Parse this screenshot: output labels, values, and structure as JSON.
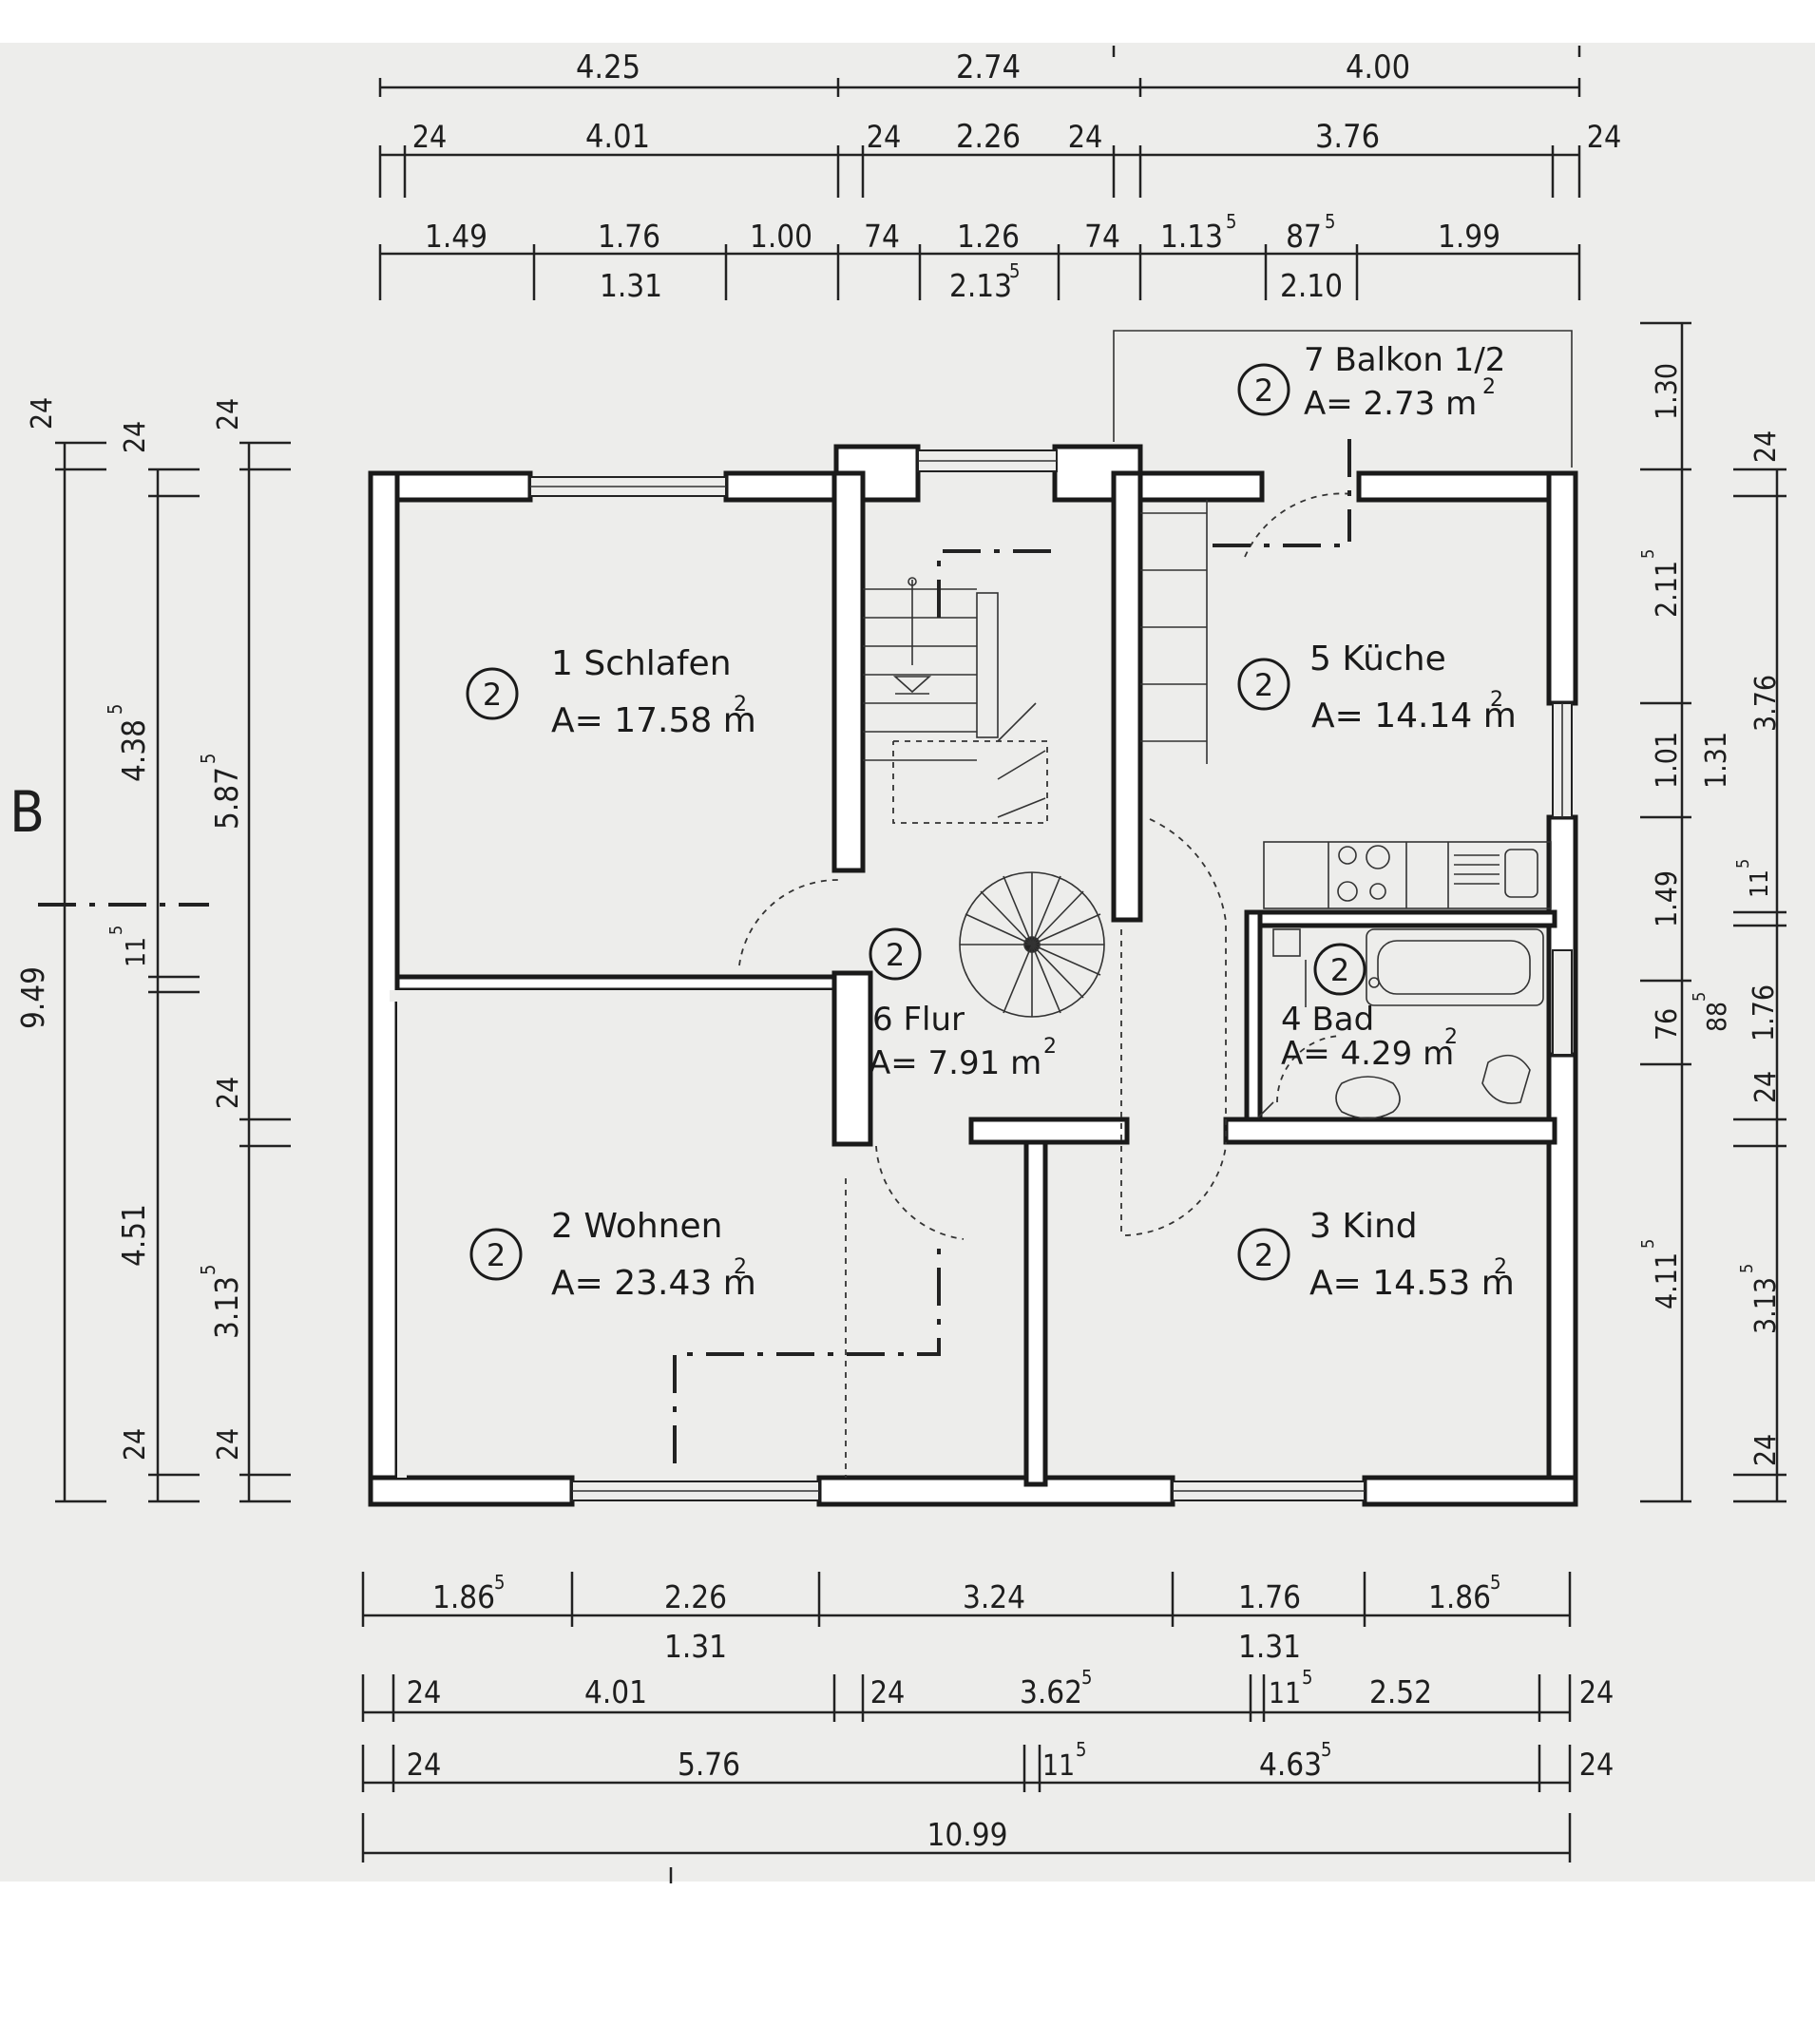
{
  "rooms": [
    {
      "id": "schlafen",
      "badge": "2",
      "name": "1 Schlafen",
      "area": "A= 17.58 m",
      "sup": "2"
    },
    {
      "id": "wohnen",
      "badge": "2",
      "name": "2 Wohnen",
      "area": "A= 23.43 m",
      "sup": "2"
    },
    {
      "id": "kind",
      "badge": "2",
      "name": "3 Kind",
      "area": "A= 14.53 m",
      "sup": "2"
    },
    {
      "id": "bad",
      "badge": "2",
      "name": "4 Bad",
      "area": "A= 4.29 m",
      "sup": "2"
    },
    {
      "id": "kueche",
      "badge": "2",
      "name": "5 Küche",
      "area": "A= 14.14 m",
      "sup": "2"
    },
    {
      "id": "flur",
      "badge": "2",
      "name": "6 Flur",
      "area": "A= 7.91 m",
      "sup": "2"
    },
    {
      "id": "balkon",
      "badge": "2",
      "name": "7 Balkon 1/2",
      "area": "A= 2.73 m",
      "sup": "2"
    }
  ],
  "dims": {
    "top": {
      "row1": [
        "4.25",
        "2.74",
        "4.00"
      ],
      "row2": [
        "24",
        "4.01",
        "24",
        "2.26",
        "24",
        "3.76",
        "24"
      ],
      "row3a": [
        "1.49",
        "1.76",
        "1.00",
        "74",
        "1.26",
        "74",
        "1.13",
        "87",
        "1.99"
      ],
      "row3a_sup": [
        "",
        "",
        "",
        "",
        "",
        "",
        "5",
        "5",
        ""
      ],
      "row3b": [
        "1.31",
        "2.13",
        "2.10"
      ],
      "row3b_sup": [
        "",
        "5",
        ""
      ]
    },
    "bottom": {
      "row1": [
        "1.86",
        "2.26",
        "3.24",
        "1.76",
        "1.86"
      ],
      "row1_sup": [
        "5",
        "",
        "",
        "",
        "5"
      ],
      "row1_sub": [
        "1.31",
        "1.31"
      ],
      "row2": [
        "24",
        "4.01",
        "24",
        "3.62",
        "11",
        "2.52",
        "24"
      ],
      "row2_sup": [
        "",
        "",
        "",
        "5",
        "5",
        "",
        ""
      ],
      "row3": [
        "24",
        "5.76",
        "11",
        "4.63",
        "24"
      ],
      "row3_sup": [
        "",
        "",
        "5",
        "5",
        ""
      ],
      "row4": [
        "10.99"
      ]
    },
    "left": {
      "col1": [
        "24",
        "9.49"
      ],
      "col2": [
        "24",
        "4.38",
        "11",
        "4.51",
        "24"
      ],
      "col2_sup": [
        "",
        "5",
        "5",
        "",
        ""
      ],
      "col3": [
        "24",
        "5.87",
        "24",
        "3.13",
        "24"
      ],
      "col3_sup": [
        "",
        "5",
        "",
        "5",
        ""
      ]
    },
    "right": {
      "col1": [
        "1.30",
        "2.11",
        "1.01",
        "1.49",
        "76",
        "4.11"
      ],
      "col1_sup": [
        "",
        "5",
        "",
        "",
        "",
        "5"
      ],
      "col2": [
        "24",
        "3.76",
        "1.31",
        "11",
        "88",
        "1.76",
        "24",
        "3.13",
        "24"
      ],
      "col2_sup": [
        "",
        "",
        "",
        "5",
        "5",
        "",
        "",
        "5",
        ""
      ]
    }
  }
}
